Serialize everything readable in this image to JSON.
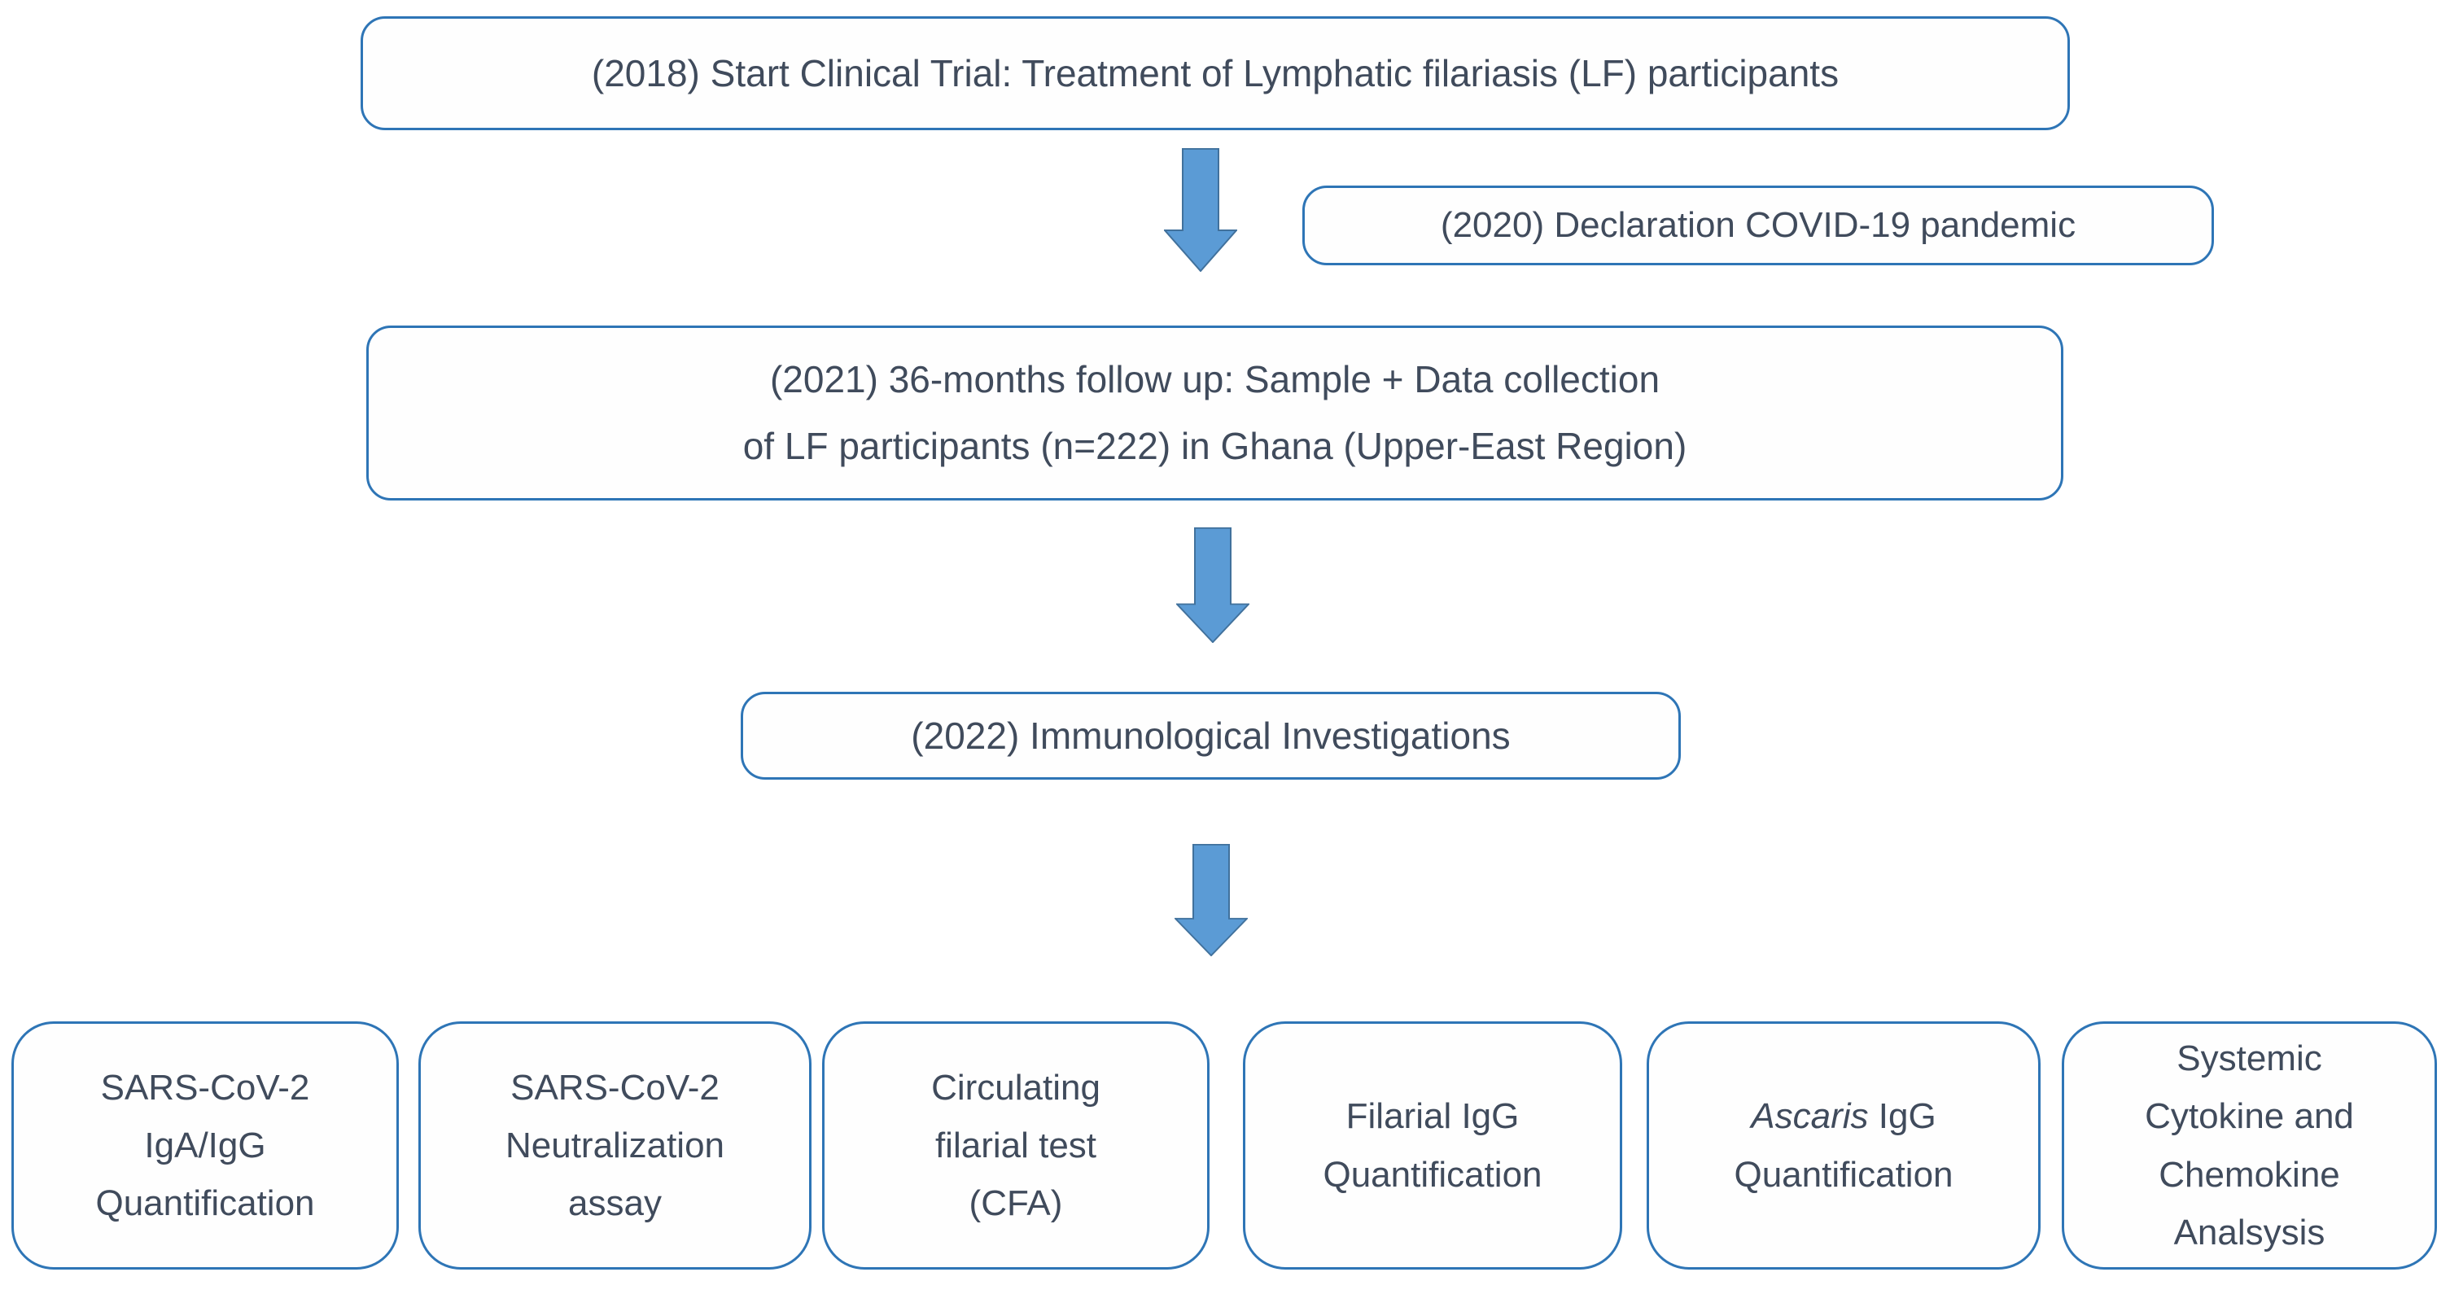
{
  "colors": {
    "background": "#ffffff",
    "border_color": "#2e75b6",
    "text_color": "#404b5c",
    "arrow_fill": "#5b9bd5",
    "arrow_stroke": "#41719c"
  },
  "nodes": {
    "start_2018": {
      "label": "(2018) Start Clinical Trial: Treatment of Lymphatic filariasis (LF) participants"
    },
    "covid_2020": {
      "label": "(2020) Declaration COVID-19 pandemic"
    },
    "followup_2021": {
      "line1": "(2021) 36-months follow up: Sample + Data collection",
      "line2": "of LF participants (n=222) in Ghana (Upper-East Region)"
    },
    "immuno_2022": {
      "label": "(2022) Immunological Investigations"
    }
  },
  "outcomes": [
    {
      "lines": [
        "SARS-CoV-2",
        "IgA/IgG",
        "Quantification"
      ]
    },
    {
      "lines": [
        "SARS-CoV-2",
        "Neutralization",
        "assay"
      ]
    },
    {
      "lines": [
        "Circulating",
        "filarial test",
        "(CFA)"
      ]
    },
    {
      "lines": [
        "Filarial IgG",
        "Quantification"
      ]
    },
    {
      "line1_italic": "Ascaris",
      "line1_rest": " IgG",
      "lines": [
        "Quantification"
      ]
    },
    {
      "lines": [
        "Systemic",
        "Cytokine and",
        "Chemokine",
        "Analsysis"
      ]
    }
  ]
}
